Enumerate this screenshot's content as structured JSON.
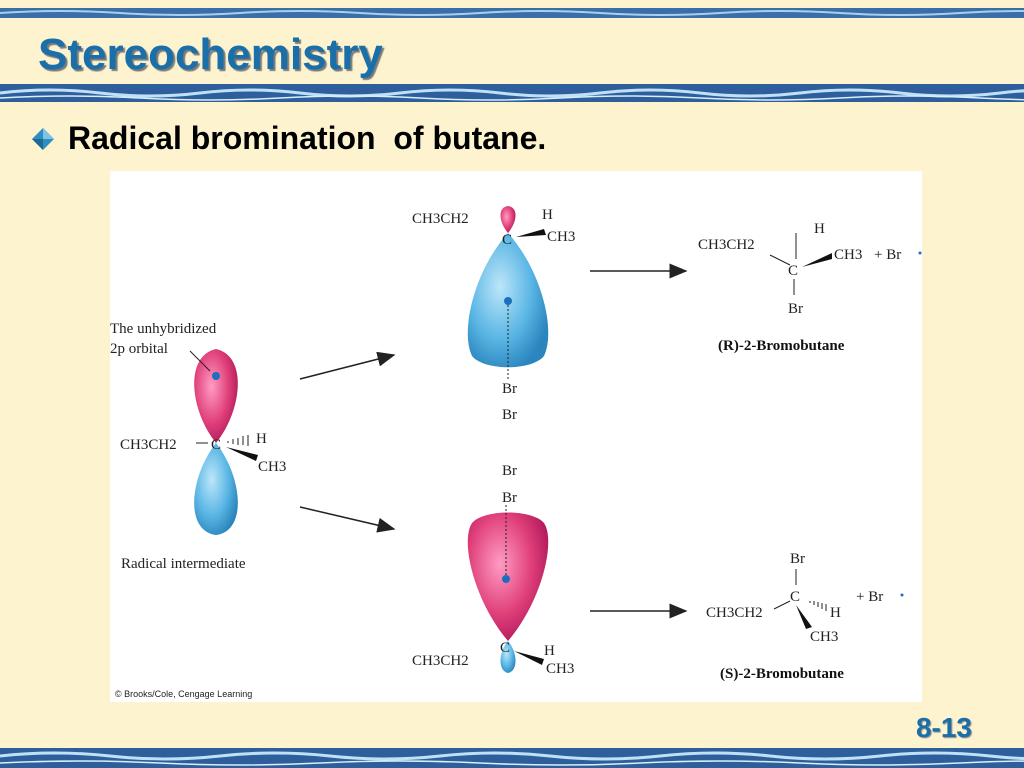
{
  "slide": {
    "title": "Stereochemistry",
    "bullet": "Radical bromination  of butane.",
    "page_number": "8-13"
  },
  "figure": {
    "orbital_label_line1": "The unhybridized",
    "orbital_label_line2": "2p orbital",
    "radical_caption": "Radical intermediate",
    "ethyl": "CH3CH2",
    "carbon": "C",
    "hydrogen": "H",
    "methyl": "CH3",
    "bromine": "Br",
    "plus_br": "+  Br",
    "r_product": "(R)-2-Bromobutane",
    "s_product": "(S)-2-Bromobutane",
    "credit": "© Brooks/Cole, Cengage Learning"
  },
  "colors": {
    "title": "#1a6fa8",
    "background": "#fdf3cf",
    "lobe_pink": "#e0407a",
    "lobe_blue": "#5ab6e4"
  }
}
